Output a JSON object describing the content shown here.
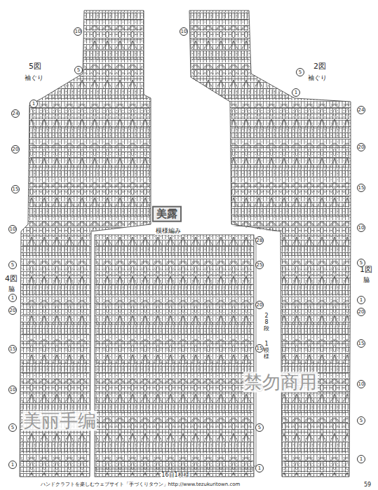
{
  "diagram": {
    "labels": [
      "5図",
      "袖ぐり",
      "2図",
      "袖ぐり",
      "4図",
      "脇",
      "1図",
      "脇",
      "模様編み",
      "28段",
      "1模様",
      "16目1模様",
      "10",
      "5",
      "1",
      "24",
      "20",
      "15",
      "10",
      "5",
      "1",
      "20",
      "15",
      "10",
      "5",
      "1",
      "10",
      "5",
      "1",
      "24",
      "20",
      "15",
      "10",
      "5",
      "1",
      "20",
      "15",
      "10",
      "5",
      "1",
      "28",
      "25",
      "20",
      "15",
      "10",
      "5",
      "1",
      "美露",
      "美丽手编",
      "禁勿商用",
      "ハンドクラフトを楽しむウェブサイト「手づくりタウン」http://www.tezukuritown.com",
      "59"
    ]
  }
}
